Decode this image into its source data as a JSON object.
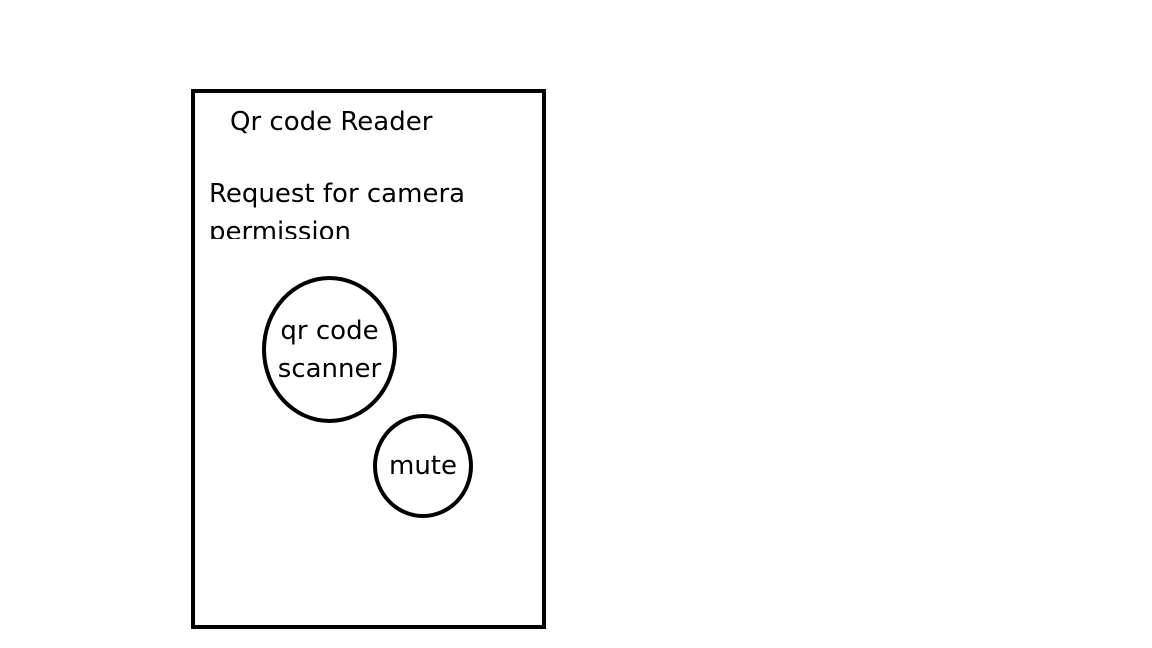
{
  "screen": {
    "title": "Qr code Reader",
    "permission_line1": "Request for camera",
    "permission_line2": "permission",
    "scanner_button": {
      "line1": "qr code",
      "line2": "scanner"
    },
    "mute_button": {
      "label": "mute"
    }
  }
}
